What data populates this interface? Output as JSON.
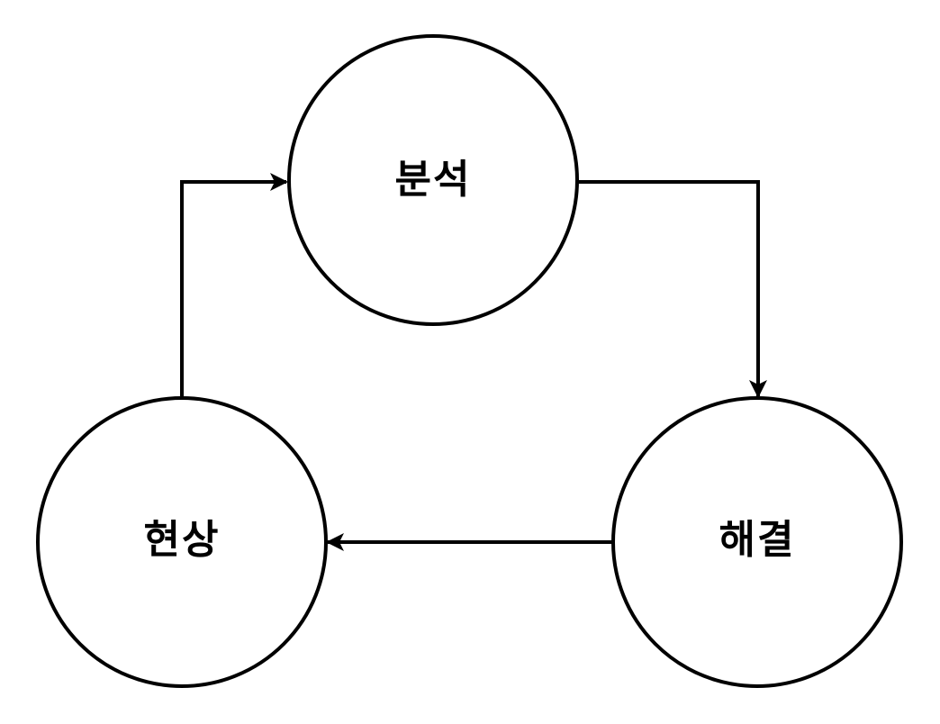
{
  "diagram": {
    "nodes": {
      "analysis": {
        "label": "분석"
      },
      "solution": {
        "label": "해결"
      },
      "phenomenon": {
        "label": "현상"
      }
    },
    "edges": [
      {
        "from": "phenomenon",
        "to": "analysis"
      },
      {
        "from": "analysis",
        "to": "solution"
      },
      {
        "from": "solution",
        "to": "phenomenon"
      }
    ],
    "colors": {
      "stroke": "#000000",
      "fill": "#ffffff",
      "text": "#000000"
    }
  }
}
